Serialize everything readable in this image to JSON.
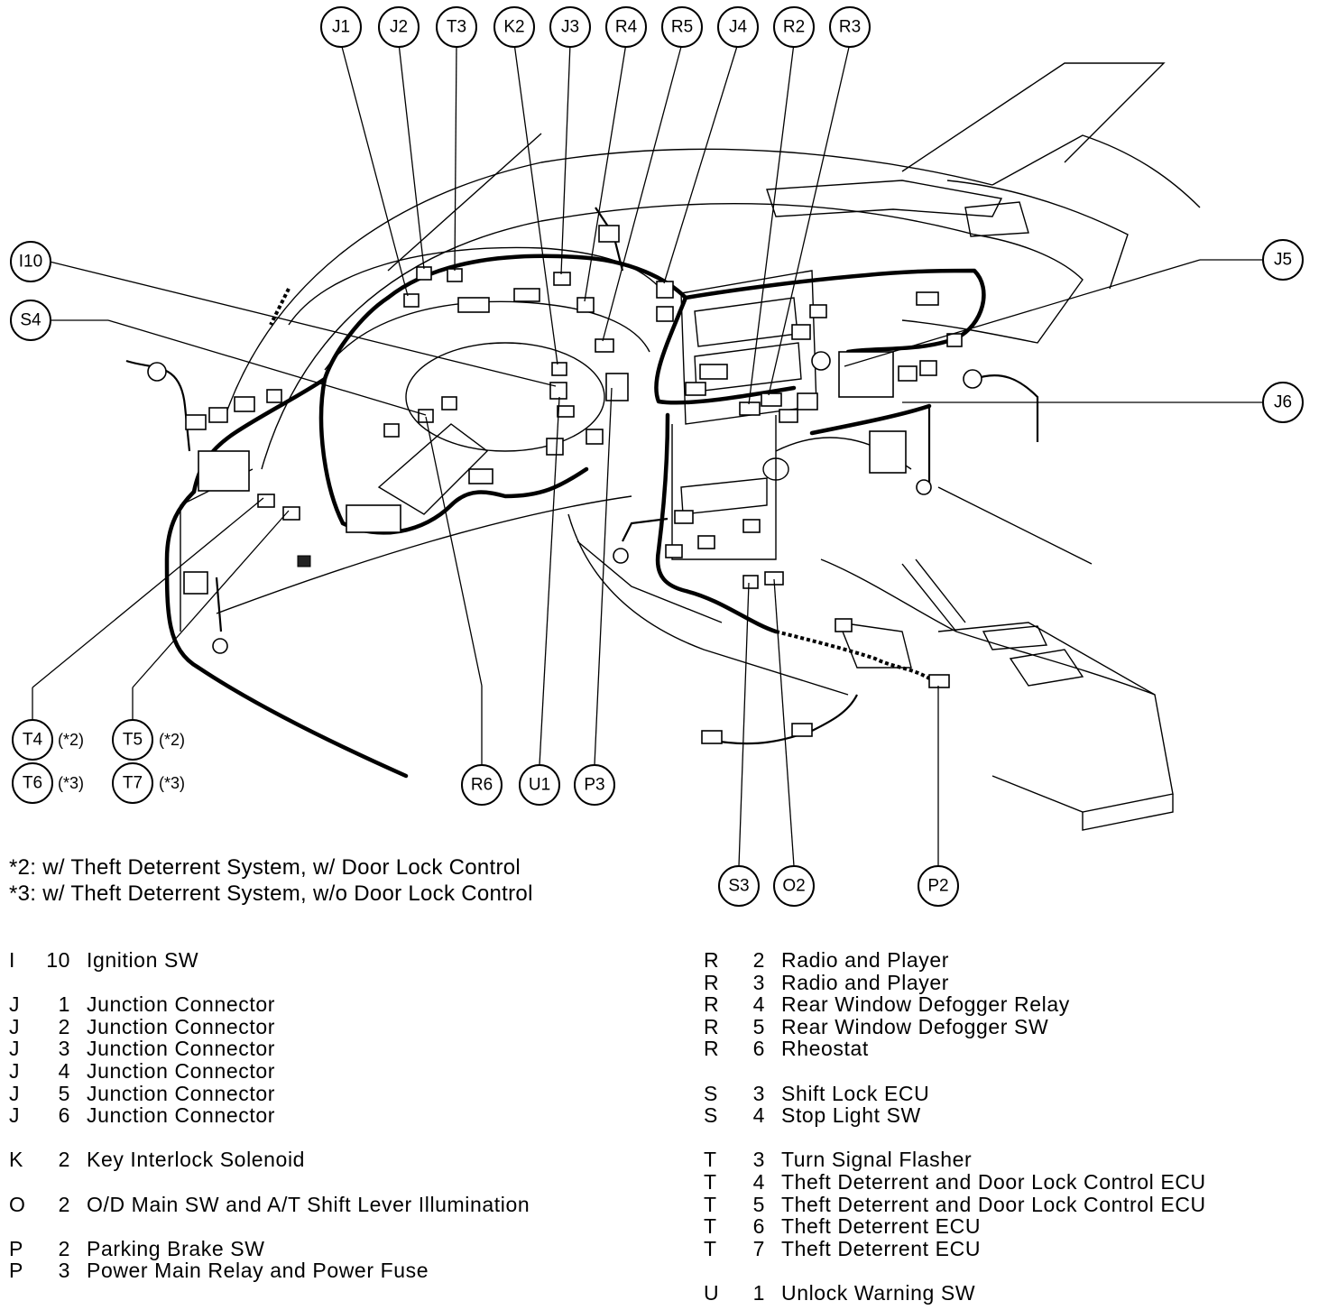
{
  "callouts": {
    "top": [
      "J1",
      "J2",
      "T3",
      "K2",
      "J3",
      "R4",
      "R5",
      "J4",
      "R2",
      "R3"
    ],
    "I10": "I10",
    "S4": "S4",
    "J5": "J5",
    "J6": "J6",
    "T4": "T4",
    "T5": "T5",
    "T6": "T6",
    "T7": "T7",
    "R6": "R6",
    "U1": "U1",
    "P3": "P3",
    "S3": "S3",
    "O2": "O2",
    "P2": "P2"
  },
  "variant_marks": {
    "T4": "(*2)",
    "T5": "(*2)",
    "T6": "(*3)",
    "T7": "(*3)"
  },
  "notes": [
    "*2: w/ Theft Deterrent System, w/ Door Lock Control",
    "*3: w/ Theft Deterrent System, w/o Door Lock Control"
  ],
  "legend_left": [
    {
      "letter": "I",
      "num": "10",
      "name": "Ignition SW"
    },
    null,
    {
      "letter": "J",
      "num": "1",
      "name": "Junction Connector"
    },
    {
      "letter": "J",
      "num": "2",
      "name": "Junction Connector"
    },
    {
      "letter": "J",
      "num": "3",
      "name": "Junction Connector"
    },
    {
      "letter": "J",
      "num": "4",
      "name": "Junction Connector"
    },
    {
      "letter": "J",
      "num": "5",
      "name": "Junction Connector"
    },
    {
      "letter": "J",
      "num": "6",
      "name": "Junction Connector"
    },
    null,
    {
      "letter": "K",
      "num": "2",
      "name": "Key Interlock Solenoid"
    },
    null,
    {
      "letter": "O",
      "num": "2",
      "name": "O/D Main SW and A/T Shift Lever Illumination"
    },
    null,
    {
      "letter": "P",
      "num": "2",
      "name": "Parking Brake SW"
    },
    {
      "letter": "P",
      "num": "3",
      "name": "Power Main Relay and Power Fuse"
    }
  ],
  "legend_right": [
    {
      "letter": "R",
      "num": "2",
      "name": "Radio and Player"
    },
    {
      "letter": "R",
      "num": "3",
      "name": "Radio and Player"
    },
    {
      "letter": "R",
      "num": "4",
      "name": "Rear Window Defogger Relay"
    },
    {
      "letter": "R",
      "num": "5",
      "name": "Rear Window Defogger SW"
    },
    {
      "letter": "R",
      "num": "6",
      "name": "Rheostat"
    },
    null,
    {
      "letter": "S",
      "num": "3",
      "name": "Shift Lock ECU"
    },
    {
      "letter": "S",
      "num": "4",
      "name": "Stop Light SW"
    },
    null,
    {
      "letter": "T",
      "num": "3",
      "name": "Turn Signal Flasher"
    },
    {
      "letter": "T",
      "num": "4",
      "name": "Theft Deterrent and Door Lock Control ECU"
    },
    {
      "letter": "T",
      "num": "5",
      "name": "Theft Deterrent and Door Lock Control ECU"
    },
    {
      "letter": "T",
      "num": "6",
      "name": "Theft Deterrent ECU"
    },
    {
      "letter": "T",
      "num": "7",
      "name": "Theft Deterrent ECU"
    },
    null,
    {
      "letter": "U",
      "num": "1",
      "name": "Unlock Warning SW"
    }
  ]
}
